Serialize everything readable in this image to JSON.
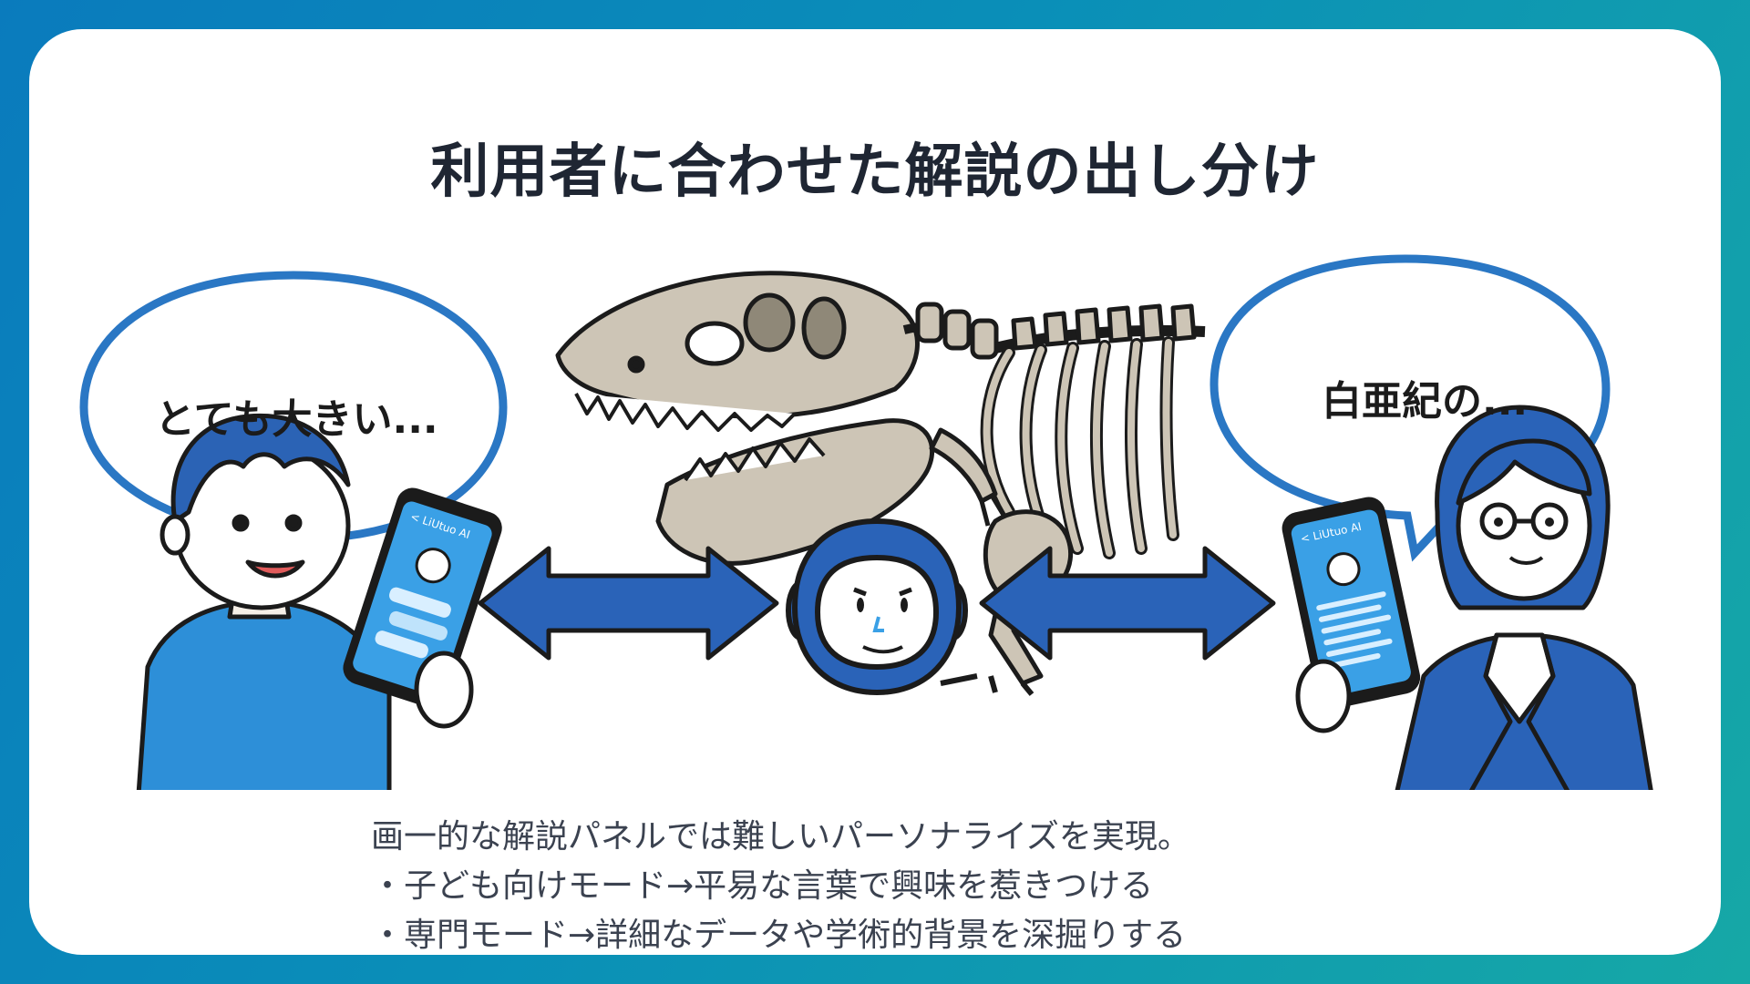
{
  "slide": {
    "title": "利用者に合わせた解説の出し分け",
    "bubble_left": "とても大きい...",
    "bubble_right": "白亜紀の...",
    "phone_label": "< LiUtuo AI",
    "caption": {
      "line1": "画一的な解説パネルでは難しいパーソナライズを実現。",
      "line2": "・子ども向けモード→平易な言葉で興味を惹きつける",
      "line3": "・専門モード→詳細なデータや学術的背景を深掘りする"
    }
  },
  "colors": {
    "accent_blue": "#2a63b8",
    "bubble_blue": "#2a77c4",
    "bone": "#cdc5b6",
    "outline": "#1b1b1b"
  }
}
